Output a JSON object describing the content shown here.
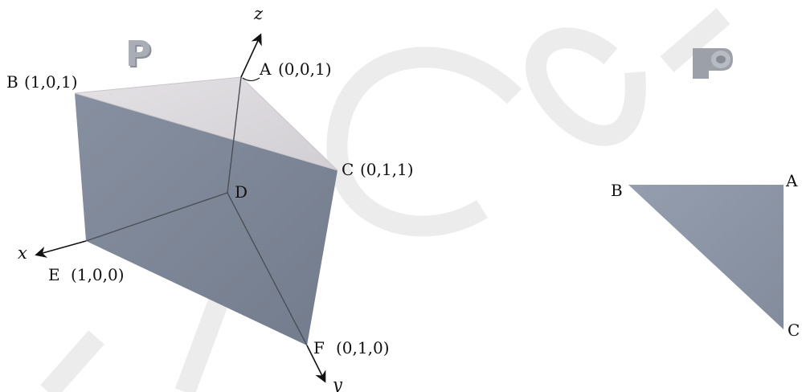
{
  "left_view": {
    "axes": {
      "x": "x",
      "y": "y",
      "z": "z"
    },
    "marker_letter": "P",
    "points": {
      "A": {
        "name": "A",
        "coords": "(0,0,1)"
      },
      "B": {
        "name": "B",
        "coords": "(1,0,1)"
      },
      "C": {
        "name": "C",
        "coords": "(0,1,1)"
      },
      "D": {
        "name": "D",
        "coords": ""
      },
      "E": {
        "name": "E",
        "coords": "(1,0,0)"
      },
      "F": {
        "name": "F",
        "coords": "(0,1,0)"
      }
    }
  },
  "right_view": {
    "marker_letter": "P",
    "points": {
      "A": "A",
      "B": "B",
      "C": "C"
    }
  },
  "colors": {
    "top_face": "#dcd9dd",
    "front_face": "#7b8494",
    "side_face": "#6f7888",
    "triangle": "#8a93a3",
    "edge": "#4a4f58",
    "watermark": "#e9e9e9"
  }
}
